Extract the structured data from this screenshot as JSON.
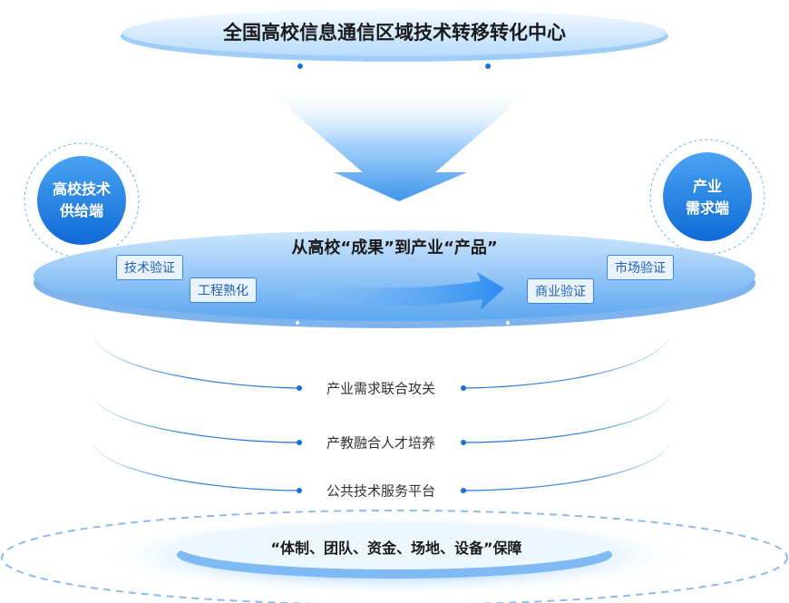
{
  "header": {
    "title": "全国高校信息通信区域技术转移转化中心"
  },
  "supply_side": {
    "label_line1": "高校技术",
    "label_line2": "供给端"
  },
  "demand_side": {
    "label_line1": "产业",
    "label_line2": "需求端"
  },
  "transform": {
    "title": "从高校“成果”到产业“产品”",
    "steps": [
      "技术验证",
      "工程熟化",
      "商业验证",
      "市场验证"
    ]
  },
  "layers": [
    "产业需求联合攻关",
    "产教融合人才培养",
    "公共技术服务平台"
  ],
  "foundation": {
    "label": "“体制、团队、资金、场地、设备”保障"
  },
  "colors": {
    "primary": "#1a73d9",
    "light": "#a9d3fb"
  }
}
